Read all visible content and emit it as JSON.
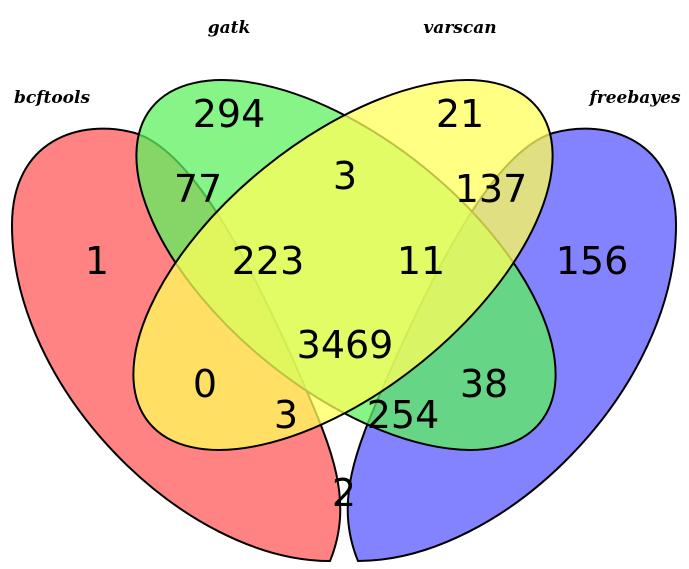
{
  "sets": [
    {
      "key": "bcftools",
      "label": "bcftools",
      "color": "#ff5a5a"
    },
    {
      "key": "gatk",
      "label": "gatk",
      "color": "#5ef05e"
    },
    {
      "key": "varscan",
      "label": "varscan",
      "color": "#ffff5a"
    },
    {
      "key": "freebayes",
      "label": "freebayes",
      "color": "#5a5aff"
    }
  ],
  "regions": {
    "bcftools_only": "1",
    "gatk_only": "294",
    "varscan_only": "21",
    "freebayes_only": "156",
    "gatk_varscan": "3",
    "bcftools_gatk": "77",
    "varscan_freebayes": "137",
    "bcftools_gatk_varscan": "223",
    "gatk_varscan_freebayes": "11",
    "all_four": "3469",
    "bcftools_varscan": "0",
    "gatk_freebayes": "38",
    "bcftools_varscan_freebayes": "3",
    "bcftools_gatk_freebayes": "254",
    "bcftools_freebayes": "2"
  }
}
